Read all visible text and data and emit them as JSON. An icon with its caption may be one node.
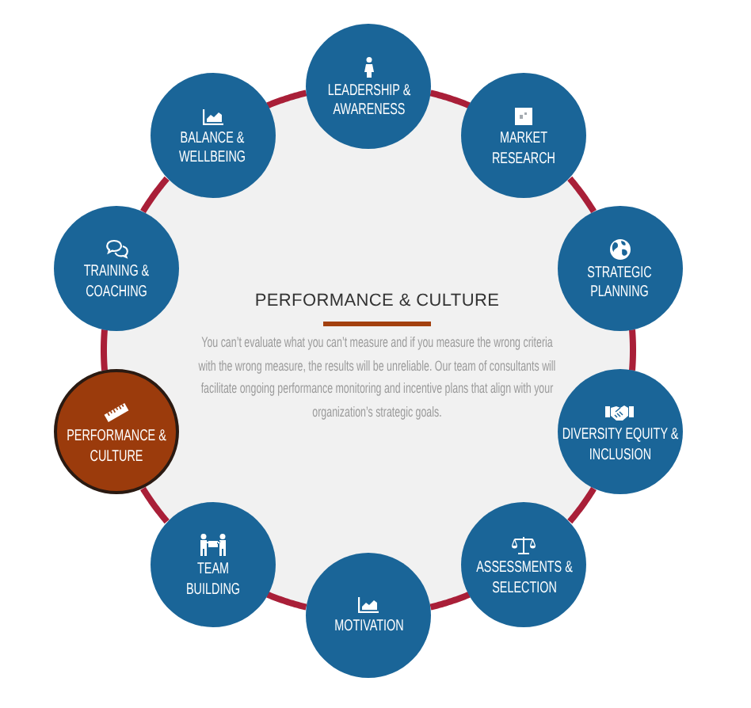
{
  "diagram": {
    "nodes": [
      {
        "text": [
          "LEADERSHIP & AWARENESS"
        ]
      },
      {
        "text": [
          "MARKET RESEARCH"
        ]
      },
      {
        "text": [
          "STRATEGIC PLANNING"
        ]
      },
      {
        "text": [
          "DIVERSITY EQUITY & INCLUSION"
        ]
      },
      {
        "text": [
          "ASSESSMENTS & SELECTION"
        ]
      },
      {
        "text": [
          "MOTIVATION"
        ]
      },
      {
        "text": [
          "TEAM BUILDING"
        ]
      },
      {
        "text": [
          "PERFORMANCE & CULTURE"
        ]
      },
      {
        "text": [
          "TRAINING & COACHING"
        ]
      },
      {
        "text": [
          "BALANCE & WELLBEING"
        ]
      }
    ],
    "edges": [
      {
        "from": 0,
        "to": 1,
        "arrow": "none"
      },
      {
        "from": 1,
        "to": 2,
        "arrow": "none"
      },
      {
        "from": 2,
        "to": 3,
        "arrow": "none"
      },
      {
        "from": 3,
        "to": 4,
        "arrow": "none"
      },
      {
        "from": 4,
        "to": 5,
        "arrow": "none"
      },
      {
        "from": 5,
        "to": 6,
        "arrow": "none"
      },
      {
        "from": 6,
        "to": 7,
        "arrow": "none"
      },
      {
        "from": 7,
        "to": 8,
        "arrow": "none"
      },
      {
        "from": 8,
        "to": 9,
        "arrow": "none"
      },
      {
        "from": 9,
        "to": 0,
        "arrow": "none"
      }
    ],
    "labels": [
      "PERFORMANCE & CULTURE",
      "You can’t evaluate what you can’t measure and if you measure the wrong criteria with the wrong measure, the results will be unreliable. Our team of consultants will facilitate ongoing performance monitoring and incentive plans that align with your organization’s strategic goals."
    ]
  }
}
